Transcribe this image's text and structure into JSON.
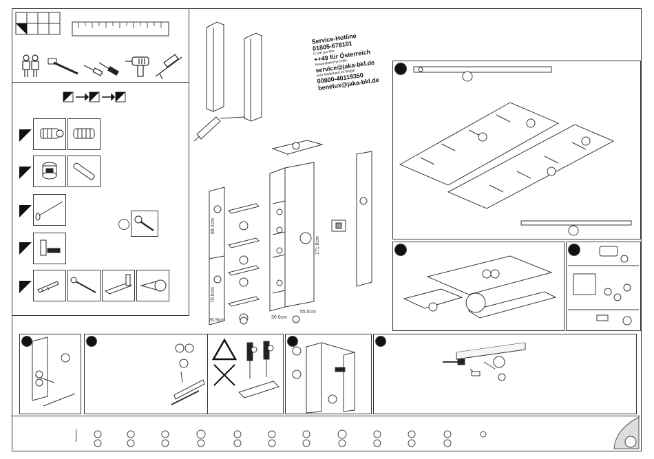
{
  "hotline": {
    "title": "Service-Hotline",
    "de_number": "01805-678101",
    "de_rate": "0,14€ pro Min.",
    "at_number": "++49 für Österreich",
    "at_note": "Auslandstarif pro Min.",
    "email": "service@jaka-bkl.de",
    "nl_note": "voor Nederland en Belgie",
    "nl_number": "00800-40119350",
    "web": "benelux@jaka-bkl.de"
  },
  "dimensions": {
    "shelf_top": "89.2cm",
    "shelf_bottom": "70.8cm",
    "side_width": "26.9cm",
    "depth": "30.0cm",
    "height": "171.8cm",
    "width": "55.5cm"
  },
  "icons": {
    "people": "two-people-icon",
    "hammer": "hammer-icon",
    "screwdrivers": "screwdriver-icon",
    "drill": "power-drill-icon",
    "glue": "caulking-gun-icon",
    "warning": "warning-triangle-icon"
  }
}
